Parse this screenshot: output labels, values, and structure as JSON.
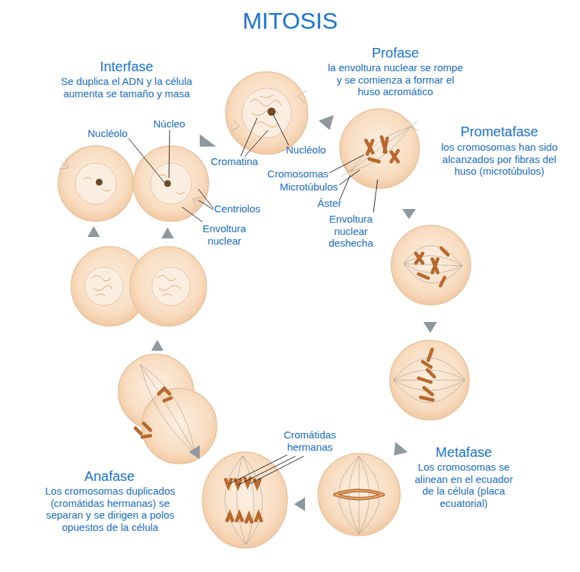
{
  "diagram": {
    "title": "MITOSIS",
    "labels": [
      "Interfase",
      "Se duplica el ADN y la célula aumenta se tamaño y masa",
      "Nucléolo",
      "Núcleo",
      "Centriolos",
      "Envoltura nuclear",
      "Profase",
      "la envoltura nuclear se rompe y se comienza a formar el huso acromático",
      "Cromatina",
      "Nucléolo",
      "Cromosomas",
      "Microtúbulos",
      "Áster",
      "Envoltura nuclear deshecha",
      "Prometafase",
      "los cromosomas han sido alcanzados por fibras del huso (microtúbulos)",
      "Metafase",
      "Los cromosomas se alinean en el ecuador de la célula (placa ecuatorial)",
      "Cromátidas hermanas",
      "Anafase",
      "Los cromosomas duplicados (cromátidas hermanas) se separan y se dirigen a polos opuestos de la célula"
    ]
  }
}
